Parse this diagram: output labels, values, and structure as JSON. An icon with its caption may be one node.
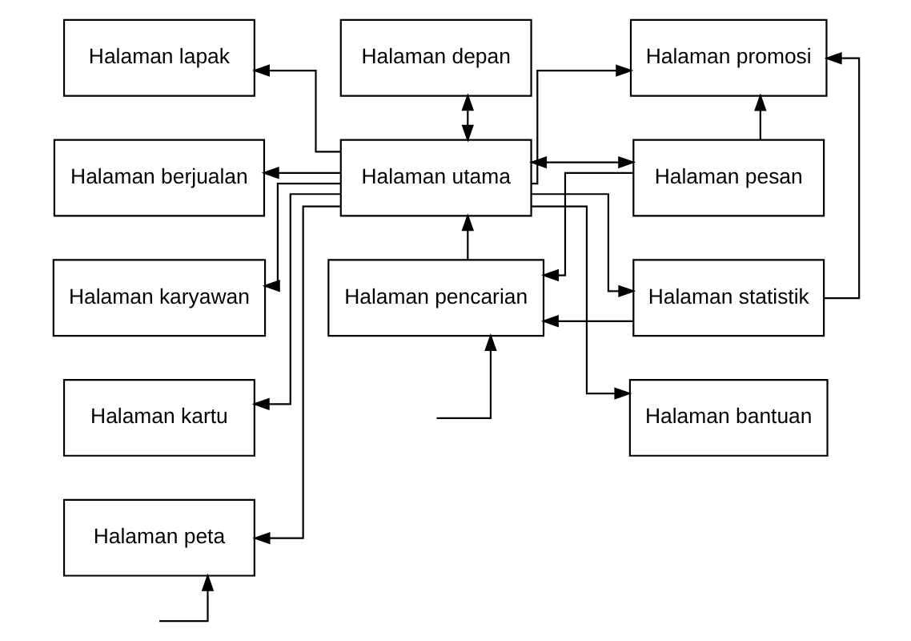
{
  "diagram": {
    "nodes": [
      {
        "text": [
          "Halaman lapak"
        ]
      },
      {
        "text": [
          "Halaman berjualan"
        ]
      },
      {
        "text": [
          "Halaman karyawan"
        ]
      },
      {
        "text": [
          "Halaman kartu"
        ]
      },
      {
        "text": [
          "Halaman peta"
        ]
      },
      {
        "text": [
          "Halaman depan"
        ]
      },
      {
        "text": [
          "Halaman utama"
        ]
      },
      {
        "text": [
          "Halaman pencarian"
        ]
      },
      {
        "text": [
          "Halaman promosi"
        ]
      },
      {
        "text": [
          "Halaman pesan"
        ]
      },
      {
        "text": [
          "Halaman statistik"
        ]
      },
      {
        "text": [
          "Halaman bantuan"
        ]
      }
    ],
    "edges": [
      {
        "from": 5,
        "to": 6,
        "arrow": "both"
      },
      {
        "from": 6,
        "to": 0,
        "arrow": "to"
      },
      {
        "from": 6,
        "to": 1,
        "arrow": "to"
      },
      {
        "from": 6,
        "to": 2,
        "arrow": "to"
      },
      {
        "from": 6,
        "to": 3,
        "arrow": "to"
      },
      {
        "from": 6,
        "to": 4,
        "arrow": "to"
      },
      {
        "from": 7,
        "to": 6,
        "arrow": "to"
      },
      {
        "from": 6,
        "to": 9,
        "arrow": "both"
      },
      {
        "from": 9,
        "to": 8,
        "arrow": "to"
      },
      {
        "from": 9,
        "to": 7,
        "arrow": "to"
      },
      {
        "from": 10,
        "to": 8,
        "arrow": "to"
      },
      {
        "from": 10,
        "to": 7,
        "arrow": "to"
      },
      {
        "from": 6,
        "to": 8,
        "arrow": "to"
      },
      {
        "from": 6,
        "to": 10,
        "arrow": "to"
      },
      {
        "from": 6,
        "to": 11,
        "arrow": "to"
      },
      {
        "from": null,
        "to": 4,
        "arrow": "to"
      },
      {
        "from": null,
        "to": 7,
        "arrow": "to"
      }
    ]
  }
}
